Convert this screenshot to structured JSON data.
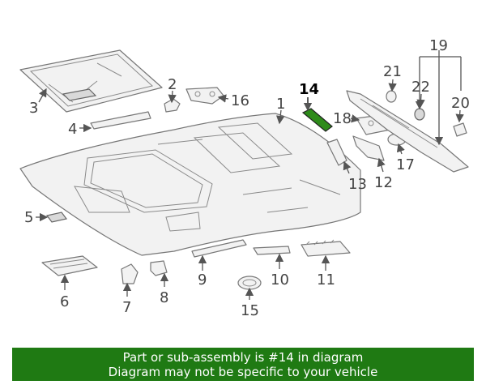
{
  "diagram": {
    "callouts": [
      "1",
      "2",
      "3",
      "4",
      "5",
      "6",
      "7",
      "8",
      "9",
      "10",
      "11",
      "12",
      "13",
      "14",
      "15",
      "16",
      "17",
      "18",
      "19",
      "20",
      "21",
      "22"
    ],
    "highlighted_part": "14",
    "highlight_color": "#2e8b1a"
  },
  "banner": {
    "line1": "Part or sub-assembly is #14 in diagram",
    "line2": "Diagram may not be specific to your vehicle",
    "background": "#1f7a13"
  }
}
